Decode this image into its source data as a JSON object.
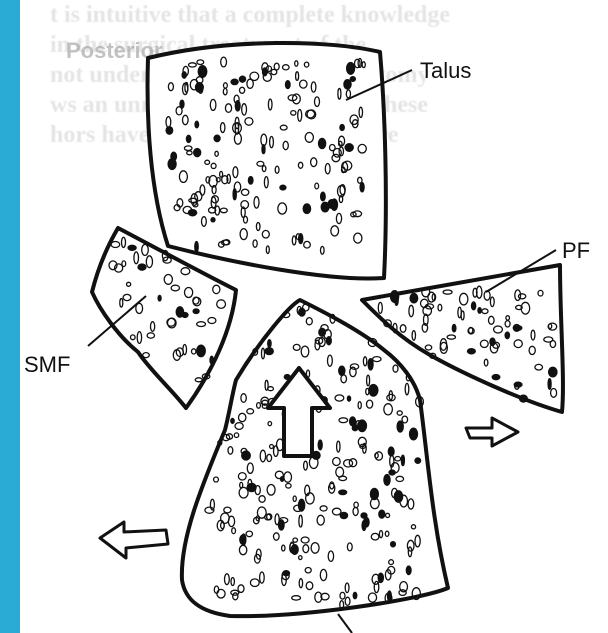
{
  "background_text": {
    "lines": [
      "t is intuitive that a complete knowledge",
      "in the surgical treatment of the",
      "not understand the fracture anatomy",
      "ws an unnecessary confusion of these",
      "hors have described their fracture"
    ],
    "posterior_label": "Posterior"
  },
  "diagram": {
    "labels": {
      "talus": "Talus",
      "pf": "PF",
      "smf": "SMF"
    }
  },
  "colors": {
    "accent_bar": "#29abd6",
    "ink": "#111111"
  }
}
